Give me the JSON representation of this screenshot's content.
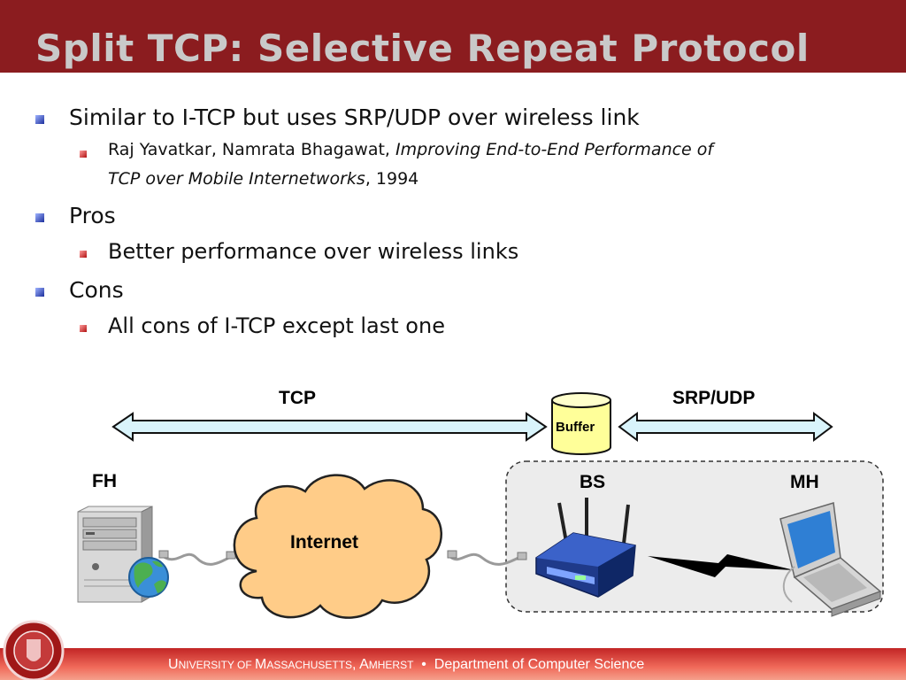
{
  "slide": {
    "title": "Split TCP: Selective Repeat Protocol"
  },
  "bullets": {
    "b1": "Similar to I-TCP but uses SRP/UDP over wireless link",
    "b1_sub_authors": "Raj Yavatkar, Namrata Bhagawat, ",
    "b1_sub_title_line1": "Improving End-to-End Performance of",
    "b1_sub_title_line2": "TCP over Mobile Internetworks",
    "b1_sub_year": ", 1994",
    "b2": "Pros",
    "b2_sub": "Better performance over wireless links",
    "b3": "Cons",
    "b3_sub": "All cons of I-TCP except last one"
  },
  "diagram": {
    "tcp_label": "TCP",
    "srp_label": "SRP/UDP",
    "buffer_label": "Buffer",
    "fh_label": "FH",
    "internet_label": "Internet",
    "bs_label": "BS",
    "mh_label": "MH"
  },
  "footer": {
    "u": "U",
    "niversity_of": "NIVERSITY OF ",
    "m": "M",
    "assachusetts": "ASSACHUSETTS",
    "comma": ", ",
    "a": "A",
    "mherst": "MHERST",
    "separator": "  •  ",
    "department": "Department of Computer Science"
  },
  "colors": {
    "header": "#8b1c1f",
    "arrow_fill": "#d9f4fb",
    "buffer_fill": "#ffff99",
    "cloud_fill": "#ffcc88"
  }
}
